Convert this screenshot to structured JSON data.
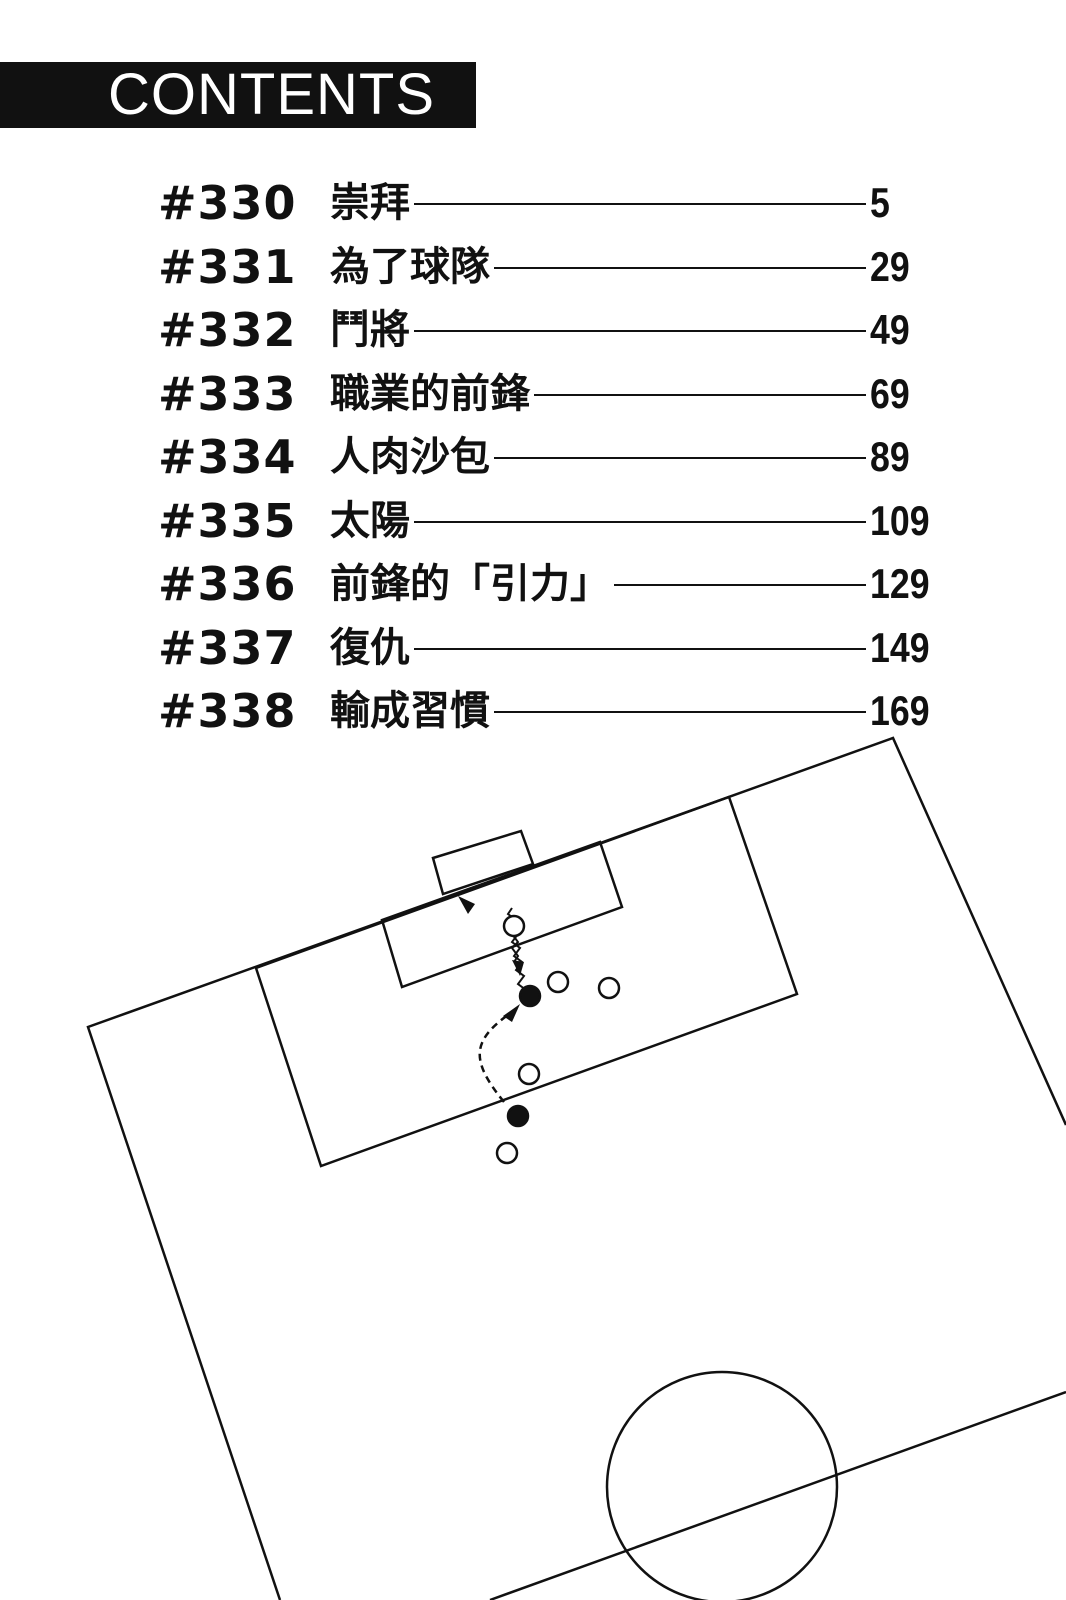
{
  "header": {
    "title": "CONTENTS"
  },
  "toc": {
    "entries": [
      {
        "number": "#330",
        "title": "崇拜",
        "page": "5"
      },
      {
        "number": "#331",
        "title": "為了球隊",
        "page": "29"
      },
      {
        "number": "#332",
        "title": "鬥將",
        "page": "49"
      },
      {
        "number": "#333",
        "title": "職業的前鋒",
        "page": "69"
      },
      {
        "number": "#334",
        "title": "人肉沙包",
        "page": "89"
      },
      {
        "number": "#335",
        "title": "太陽",
        "page": "109"
      },
      {
        "number": "#336",
        "title": "前鋒的「引力」",
        "page": "129"
      },
      {
        "number": "#337",
        "title": "復仇",
        "page": "149"
      },
      {
        "number": "#338",
        "title": "輸成習慣",
        "page": "169"
      }
    ]
  },
  "colors": {
    "ink": "#111111",
    "paper": "#ffffff"
  },
  "illustration": {
    "subject": "soccer-pitch-tactics-diagram"
  }
}
